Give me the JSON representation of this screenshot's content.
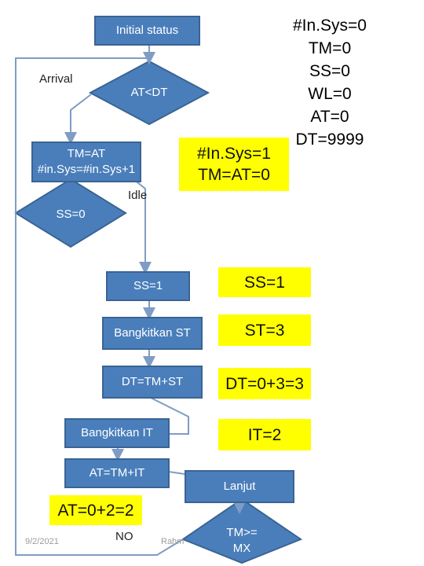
{
  "nodes": {
    "initial_status": "Initial status",
    "at_lt_dt": "AT<DT",
    "tm_at_line1": "TM=AT",
    "tm_at_line2": "#in.Sys=#in.Sys+1",
    "ss0": "SS=0",
    "ss1": "SS=1",
    "bangkitkan_st": "Bangkitkan ST",
    "dt_tm_st": "DT=TM+ST",
    "bangkitkan_it": "Bangkitkan IT",
    "at_tm_it": "AT=TM+IT",
    "lanjut": "Lanjut",
    "tm_mx_line1": "TM>=",
    "tm_mx_line2": "MX"
  },
  "labels": {
    "arrival": "Arrival",
    "idle": "Idle",
    "no": "NO"
  },
  "notes": {
    "init_values": [
      "#In.Sys=0",
      "TM=0",
      "SS=0",
      "WL=0",
      "AT=0",
      "DT=9999"
    ],
    "insys_line1": "#In.Sys=1",
    "insys_line2": "TM=AT=0",
    "ss1": "SS=1",
    "st3": "ST=3",
    "dt": "DT=0+3=3",
    "it2": "IT=2",
    "at": "AT=0+2=2"
  },
  "footer": {
    "date": "9/2/2021",
    "author": "Rahm"
  },
  "colors": {
    "node_fill": "#4a7ebb",
    "highlight": "#ffff00",
    "connector": "#7f9cc4"
  }
}
